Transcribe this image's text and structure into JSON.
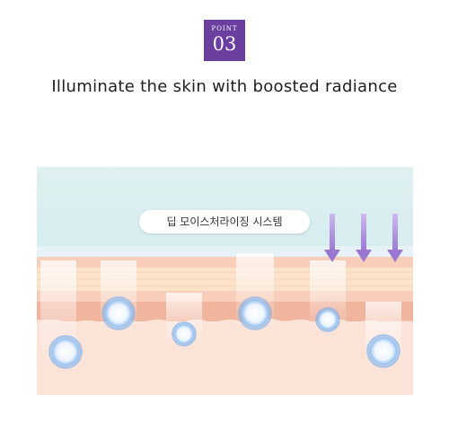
{
  "badge": {
    "label": "POINT",
    "number": "03",
    "color": "#6b3fa0"
  },
  "headline": "Illuminate the skin with boosted radiance",
  "illustration": {
    "system_label": "딥 모이스처라이징 시스템",
    "colors": {
      "sky": "#dceff0",
      "skin_top": "#f6c9b7",
      "skin_band": "#f1b39c",
      "skin_deep": "#fbe3d8",
      "arrow": "#a98bd8",
      "bubble": "#6ea8e8"
    },
    "icons": [
      "arrow-down-icon",
      "moisture-bubble-icon"
    ]
  }
}
